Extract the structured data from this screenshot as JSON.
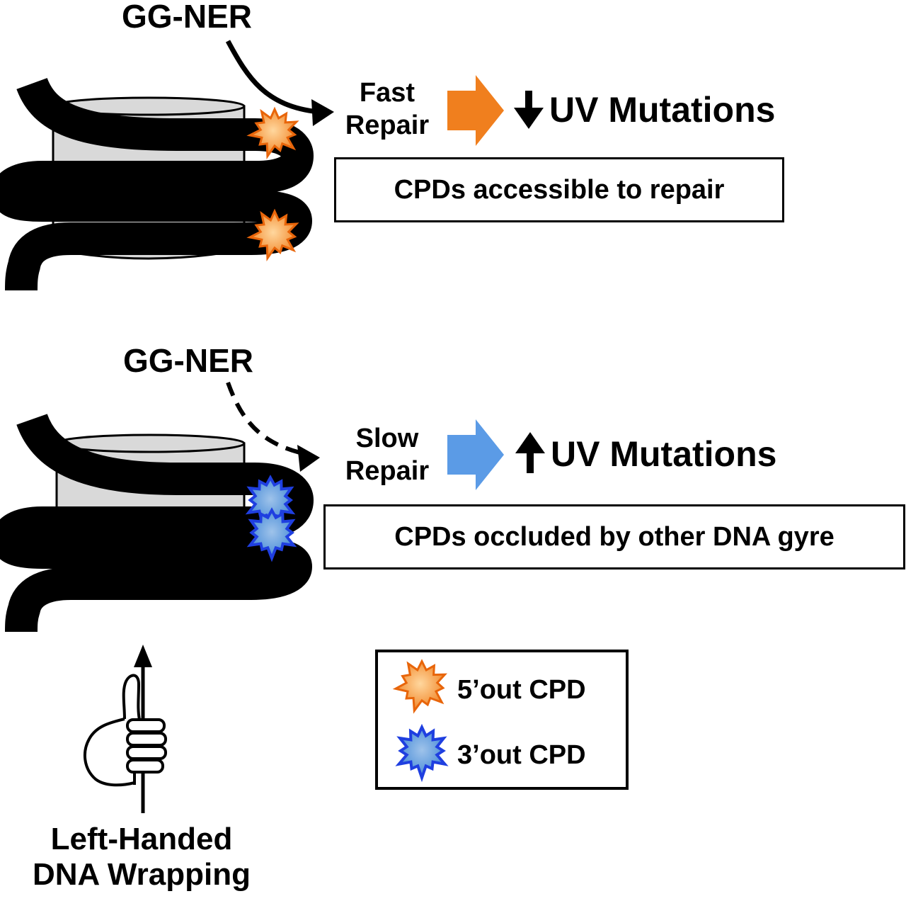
{
  "panels": [
    {
      "enzyme": "GG-NER",
      "speed_line1": "Fast",
      "speed_line2": "Repair",
      "arrow_color": "#F07F1E",
      "effect_arrow": "down",
      "effect": "UV Mutations",
      "box_text": "CPDs accessible to repair"
    },
    {
      "enzyme": "GG-NER",
      "speed_line1": "Slow",
      "speed_line2": "Repair",
      "arrow_color": "#5B9BE6",
      "effect_arrow": "up",
      "effect": "UV Mutations",
      "box_text": "CPDs occluded by other DNA gyre"
    }
  ],
  "legend": {
    "items": [
      {
        "label": "5’out CPD",
        "color": "#F07F1E"
      },
      {
        "label": "3’out CPD",
        "color": "#1F5FE0"
      }
    ]
  },
  "caption": {
    "line1": "Left-Handed",
    "line2": "DNA Wrapping"
  }
}
